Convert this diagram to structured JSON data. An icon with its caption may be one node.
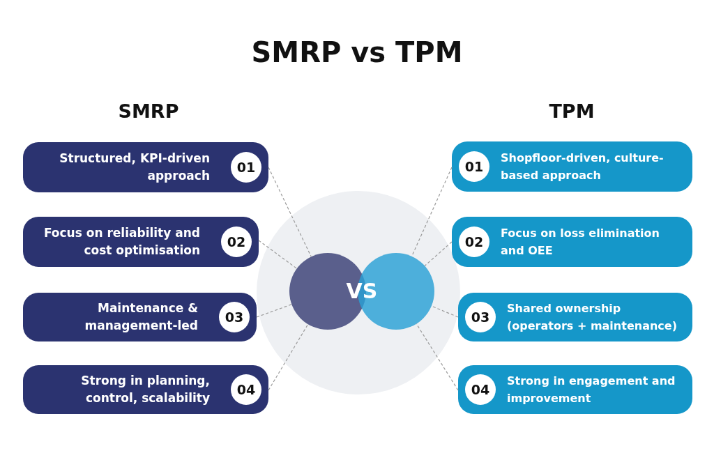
{
  "diagram": {
    "title": "SMRP vs TPM",
    "nodes": [
      {
        "text": [
          "Structured, KPI-driven approach",
          "01"
        ]
      },
      {
        "text": [
          "Focus on reliability and cost optimisation",
          "02"
        ]
      },
      {
        "text": [
          "Maintenance & management-led",
          "03"
        ]
      },
      {
        "text": [
          "Strong in planning, control, scalability",
          "04"
        ]
      },
      {
        "text": [
          "01",
          "Shopfloor-driven, culture-based approach"
        ]
      },
      {
        "text": [
          "02",
          "Focus on loss elimination and OEE"
        ]
      },
      {
        "text": [
          "03",
          "Shared ownership (operators + maintenance)"
        ]
      },
      {
        "text": [
          "04",
          "Strong in engagement and improvement"
        ]
      },
      {
        "text": [],
        "shape": "circle"
      },
      {
        "text": [],
        "shape": "circle"
      }
    ],
    "edges": [
      {
        "from": 0,
        "to": 8,
        "arrow": "none",
        "style": "dashed"
      },
      {
        "from": 1,
        "to": 8,
        "arrow": "none",
        "style": "dashed"
      },
      {
        "from": 2,
        "to": 8,
        "arrow": "none",
        "style": "dashed"
      },
      {
        "from": 3,
        "to": 8,
        "arrow": "none",
        "style": "dashed"
      },
      {
        "from": 4,
        "to": 9,
        "arrow": "none",
        "style": "dashed"
      },
      {
        "from": 5,
        "to": 9,
        "arrow": "none",
        "style": "dashed"
      },
      {
        "from": 6,
        "to": 9,
        "arrow": "none",
        "style": "dashed"
      },
      {
        "from": 7,
        "to": 9,
        "arrow": "none",
        "style": "dashed"
      }
    ],
    "labels": [
      "SMRP",
      "TPM",
      "VS"
    ]
  }
}
